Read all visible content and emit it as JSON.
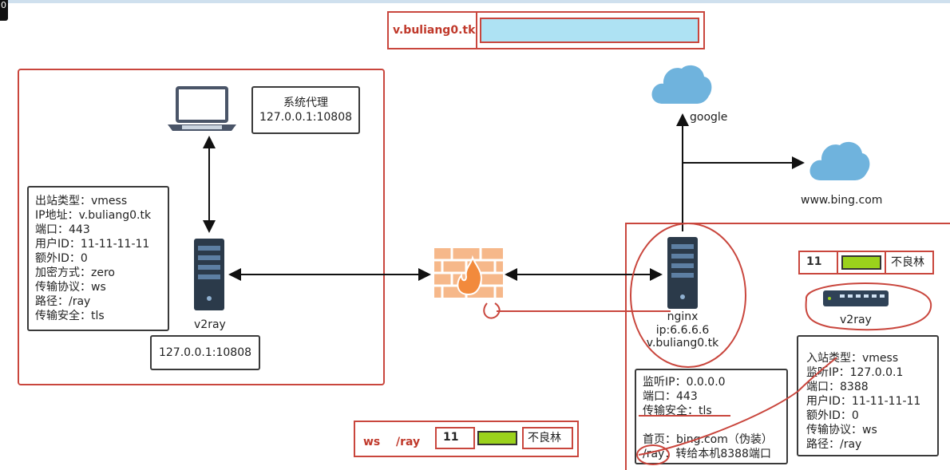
{
  "top_domain": "v.buliang0.tk",
  "corner_digit": "0",
  "client": {
    "proxy_title": "系统代理",
    "proxy_addr": "127.0.0.1:10808",
    "outbound_lines": [
      "出站类型：vmess",
      "IP地址：v.buliang0.tk",
      "端口：443",
      "用户ID：11-11-11-11",
      "额外ID：0",
      "加密方式：zero",
      "传输协议：ws",
      "路径：/ray",
      "传输安全：tls"
    ],
    "server_label": "v2ray",
    "local_addr": "127.0.0.1:10808"
  },
  "clouds": {
    "google": "google",
    "bing": "www.bing.com"
  },
  "server": {
    "name": "nginx",
    "ip": "ip:6.6.6.6",
    "domain": "v.buliang0.tk",
    "nginx_lines": [
      "监听IP：0.0.0.0",
      "端口：443",
      "传输安全：tls",
      "",
      "首页：bing.com（伪装）",
      "/ray：转给本机8388端口"
    ],
    "switch_label": "v2ray",
    "inbound_lines": [
      "入站类型：vmess",
      "监听IP：127.0.0.1",
      "端口：8388",
      "用户ID：11-11-11-11",
      "额外ID：0",
      "传输协议：ws",
      "路径：/ray"
    ]
  },
  "legend_top_right": {
    "num": "11",
    "text": "不良林"
  },
  "legend_bottom": {
    "ws": "ws",
    "path": "/ray",
    "num": "11",
    "text": "不良林"
  },
  "colors": {
    "red": "#c9463d",
    "cloud": "#6fb3dd",
    "green": "#9bd21c",
    "server": "#2b3a4a"
  }
}
